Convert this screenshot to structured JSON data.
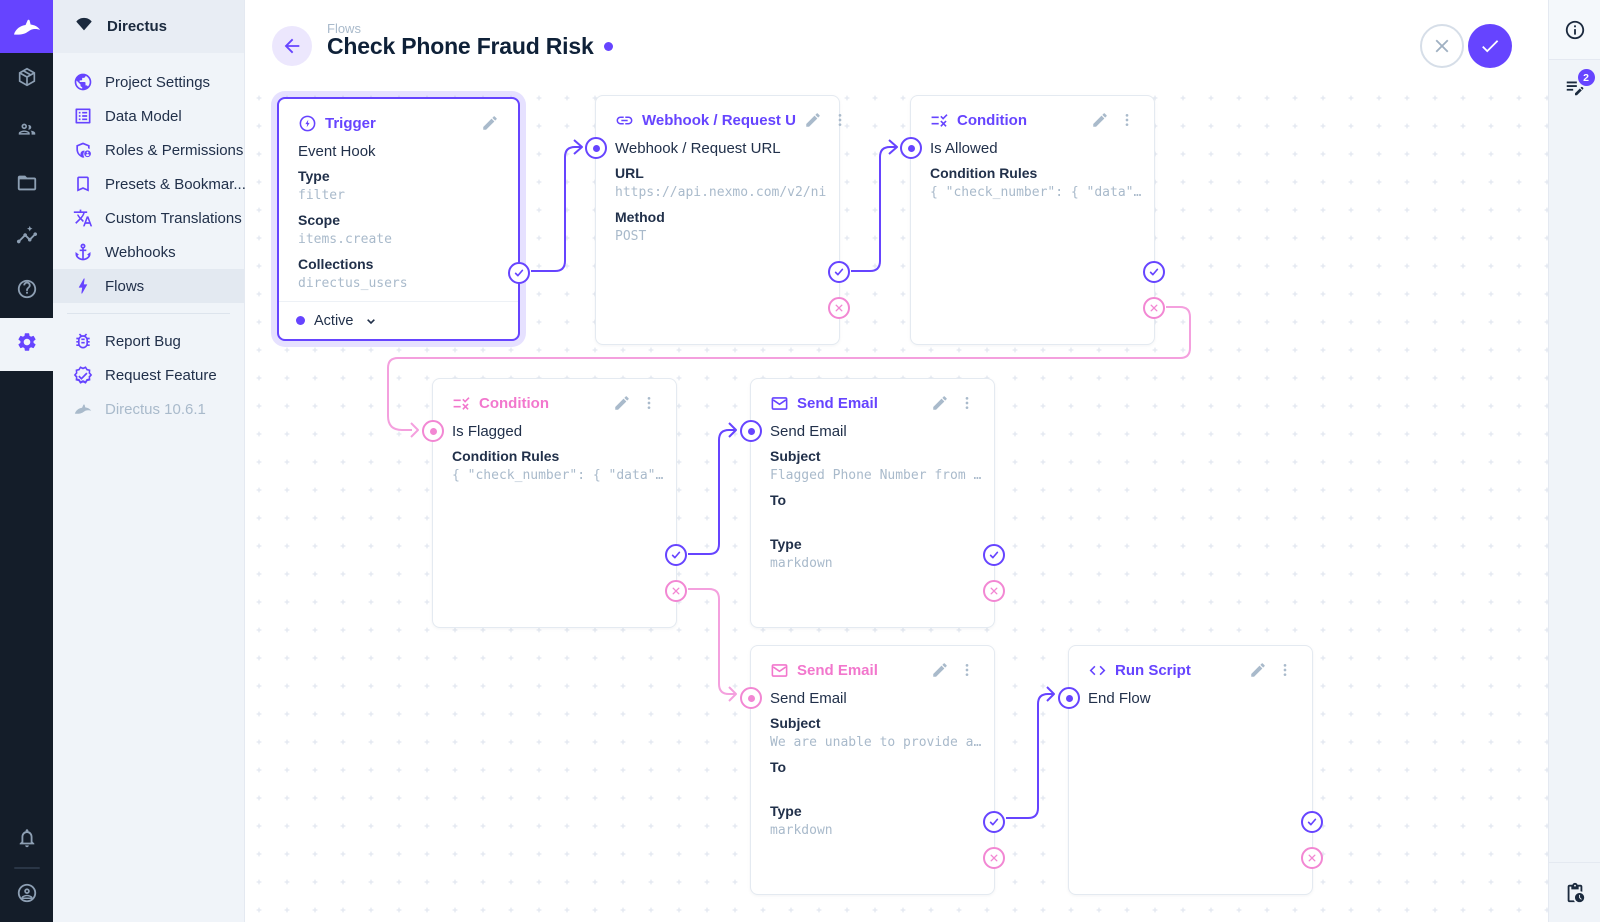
{
  "colors": {
    "accent": "#6644ff",
    "pink": "#f277cd",
    "pink_line": "#f4a0de",
    "module_bar_bg": "#141d29",
    "nav_bg": "#f0f4f9"
  },
  "module_bar": {
    "logo": "directus-rabbit-logo",
    "items": [
      {
        "name": "content",
        "icon": "box-icon"
      },
      {
        "name": "users",
        "icon": "people-icon"
      },
      {
        "name": "files",
        "icon": "folder-icon"
      },
      {
        "name": "insights",
        "icon": "insights-icon"
      },
      {
        "name": "docs",
        "icon": "help-icon"
      },
      {
        "name": "settings",
        "icon": "gear-icon",
        "active": true
      }
    ],
    "bottom": [
      {
        "name": "notifications",
        "icon": "bell-icon"
      },
      {
        "name": "account",
        "icon": "account-circle-icon"
      }
    ]
  },
  "nav": {
    "project_name": "Directus",
    "items": [
      {
        "label": "Project Settings"
      },
      {
        "label": "Data Model"
      },
      {
        "label": "Roles & Permissions"
      },
      {
        "label": "Presets & Bookmar..."
      },
      {
        "label": "Custom Translations"
      },
      {
        "label": "Webhooks"
      },
      {
        "label": "Flows",
        "active": true
      }
    ],
    "secondary_items": [
      {
        "label": "Report Bug"
      },
      {
        "label": "Request Feature"
      }
    ],
    "version": "Directus 10.6.1"
  },
  "header": {
    "breadcrumb": "Flows",
    "title": "Check Phone Fraud Risk"
  },
  "rightbar": {
    "badge_count": "2"
  },
  "flow": {
    "panels": [
      {
        "key": "trigger",
        "title": "Trigger",
        "option": "Event Hook",
        "status": "Active",
        "fields": [
          {
            "label": "Type",
            "value": "filter"
          },
          {
            "label": "Scope",
            "value": "items.create"
          },
          {
            "label": "Collections",
            "value": "directus_users"
          }
        ]
      },
      {
        "key": "webhook",
        "title": "Webhook / Request U",
        "option": "Webhook / Request URL",
        "fields": [
          {
            "label": "URL",
            "value": "https://api.nexmo.com/v2/ni"
          },
          {
            "label": "Method",
            "value": "POST"
          }
        ]
      },
      {
        "key": "condition-allowed",
        "title": "Condition",
        "option": "Is Allowed",
        "fields": [
          {
            "label": "Condition Rules",
            "value": "{ \"check_number\": { \"data\"…"
          }
        ]
      },
      {
        "key": "condition-flagged",
        "title": "Condition",
        "option": "Is Flagged",
        "fields": [
          {
            "label": "Condition Rules",
            "value": "{ \"check_number\": { \"data\"…"
          }
        ]
      },
      {
        "key": "email-flagged",
        "title": "Send Email",
        "option": "Send Email",
        "fields": [
          {
            "label": "Subject",
            "value": "Flagged Phone Number from …"
          },
          {
            "label": "To",
            "value": ""
          },
          {
            "label": "Type",
            "value": "markdown"
          }
        ]
      },
      {
        "key": "email-unable",
        "title": "Send Email",
        "option": "Send Email",
        "fields": [
          {
            "label": "Subject",
            "value": "We are unable to provide a…"
          },
          {
            "label": "To",
            "value": ""
          },
          {
            "label": "Type",
            "value": "markdown"
          }
        ]
      },
      {
        "key": "run-script",
        "title": "Run Script",
        "option": "End Flow",
        "fields": []
      }
    ],
    "connections": [
      {
        "from": "trigger.resolve",
        "to": "webhook",
        "type": "resolve"
      },
      {
        "from": "webhook.resolve",
        "to": "condition-allowed",
        "type": "resolve"
      },
      {
        "from": "condition-allowed.reject",
        "to": "condition-flagged",
        "type": "reject"
      },
      {
        "from": "condition-flagged.resolve",
        "to": "email-flagged",
        "type": "resolve"
      },
      {
        "from": "condition-flagged.reject",
        "to": "email-unable",
        "type": "reject"
      },
      {
        "from": "email-unable.resolve",
        "to": "run-script",
        "type": "resolve"
      }
    ]
  }
}
